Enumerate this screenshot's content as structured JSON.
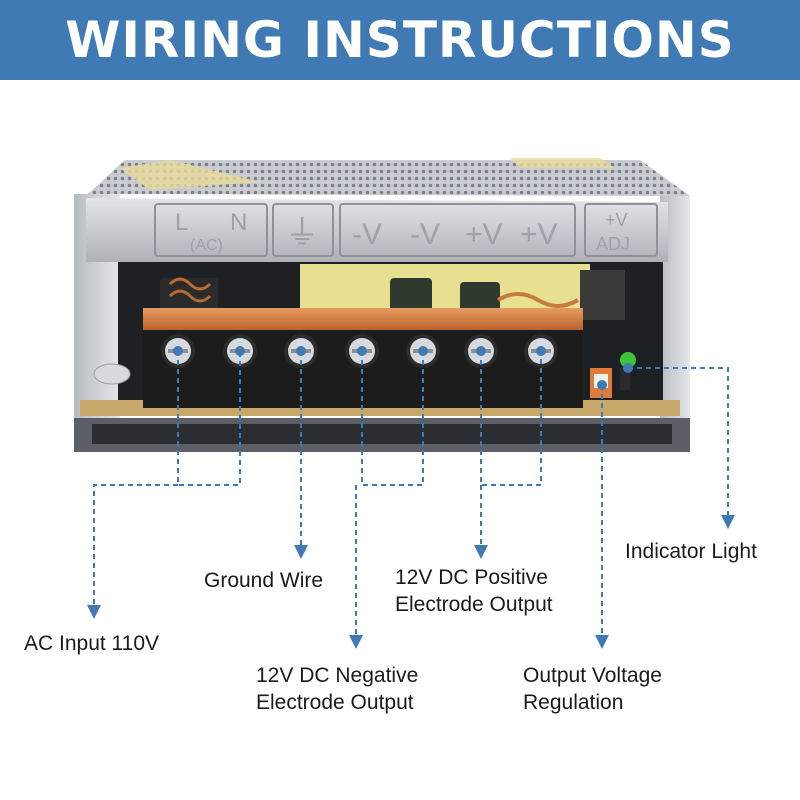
{
  "header": {
    "title": "WIRING INSTRUCTIONS"
  },
  "panel": {
    "markings": {
      "l": "L",
      "ac": "(AC)",
      "n": "N",
      "ground": "⏚",
      "neg1": "-V",
      "neg2": "-V",
      "pos1": "+V",
      "pos2": "+V",
      "adj_top": "+V",
      "adj_bottom": "ADJ"
    }
  },
  "labels": {
    "ac_input": "AC Input 110V",
    "ground": "Ground Wire",
    "negative_line1": "12V DC Negative",
    "negative_line2": "Electrode Output",
    "positive_line1": "12V DC Positive",
    "positive_line2": "Electrode Output",
    "voltage_line1": "Output Voltage",
    "voltage_line2": "Regulation",
    "indicator": "Indicator Light"
  },
  "colors": {
    "banner": "#3f7ab4",
    "leader_line": "#3f7ab4",
    "terminal_block": "#1c1c1c",
    "terminal_cover": "#d9834a",
    "indicator_led": "#3ec43a"
  }
}
